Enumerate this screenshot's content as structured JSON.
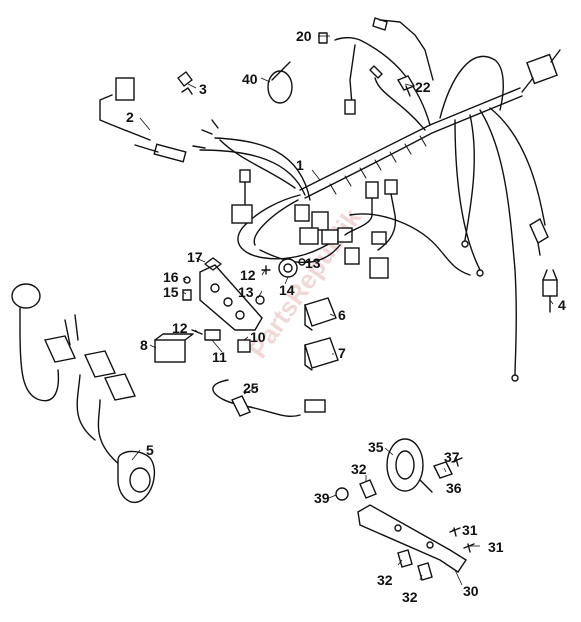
{
  "diagram": {
    "watermark": "PartsRepublik",
    "callouts": {
      "c1": "1",
      "c2": "2",
      "c3": "3",
      "c4": "4",
      "c5": "5",
      "c6": "6",
      "c7": "7",
      "c8": "8",
      "c10": "10",
      "c11": "11",
      "c12a": "12",
      "c12b": "12",
      "c13a": "13",
      "c13b": "13",
      "c14": "14",
      "c15": "15",
      "c16": "16",
      "c17": "17",
      "c20": "20",
      "c22": "22",
      "c25": "25",
      "c30": "30",
      "c31a": "31",
      "c31b": "31",
      "c32a": "32",
      "c32b": "32",
      "c32c": "32",
      "c35": "35",
      "c36": "36",
      "c37": "37",
      "c39": "39",
      "c40": "40"
    }
  }
}
